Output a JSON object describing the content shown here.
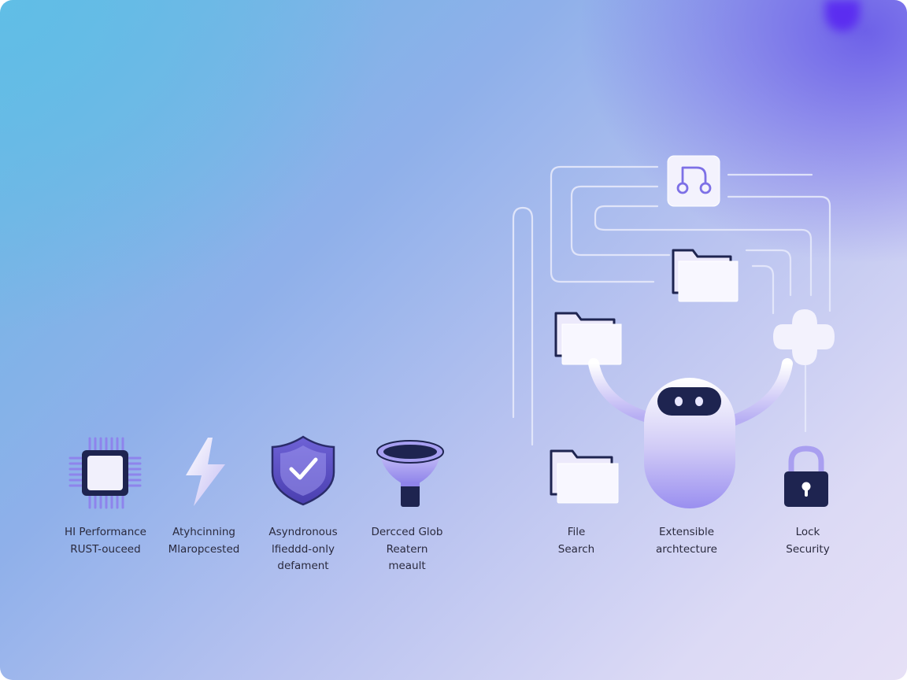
{
  "features": [
    {
      "id": "performance",
      "icon": "cpu-chip-icon",
      "lines": [
        "HI Performance",
        "RUST-ouceed"
      ]
    },
    {
      "id": "async",
      "icon": "lightning-bolt-icon",
      "lines": [
        "Atyhcinning",
        "Mlaropcested"
      ]
    },
    {
      "id": "readonly",
      "icon": "shield-check-icon",
      "lines": [
        "Asyndronous",
        "lfieddd-only",
        "defament"
      ]
    },
    {
      "id": "glob",
      "icon": "funnel-icon",
      "lines": [
        "Dercced Glob",
        "Reatern",
        "meault"
      ]
    },
    {
      "id": "file-search",
      "icon": "folder-icon",
      "lines": [
        "File",
        "Search"
      ]
    },
    {
      "id": "extensible",
      "icon": "robot-icon",
      "lines": [
        "Extensible",
        "archtecture"
      ]
    },
    {
      "id": "lock",
      "icon": "padlock-icon",
      "lines": [
        "Lock",
        "Security"
      ]
    }
  ],
  "diagram_icons": [
    "git-branch-icon",
    "folder-icon",
    "puzzle-piece-icon",
    "robot-icon"
  ],
  "colors": {
    "accent": "#8f85ec",
    "dark": "#1e2450",
    "panel": "#f3f2fd"
  }
}
